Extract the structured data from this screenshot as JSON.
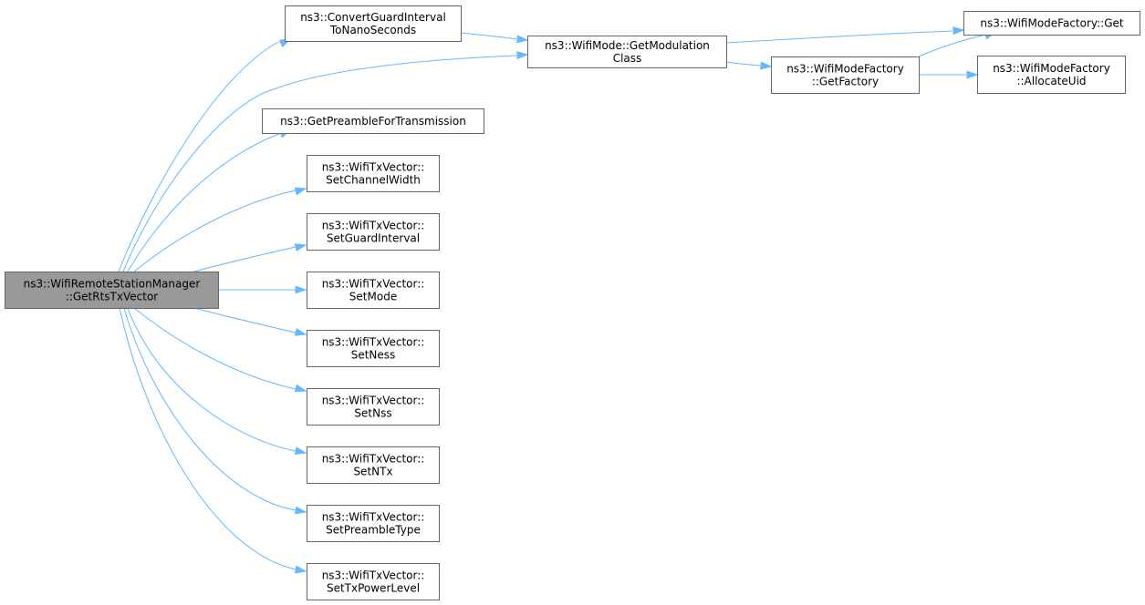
{
  "diagram": {
    "type": "call-graph",
    "colors": {
      "root_fill": "#999999",
      "node_fill": "#ffffff",
      "border": "#666666",
      "edge": "#63b8ff"
    },
    "nodes": [
      {
        "id": "root",
        "lines": [
          "ns3::WifiRemoteStationManager",
          "::GetRtsTxVector"
        ],
        "root": true
      },
      {
        "id": "convert",
        "lines": [
          "ns3::ConvertGuardInterval",
          "ToNanoSeconds"
        ]
      },
      {
        "id": "getmod",
        "lines": [
          "ns3::WifiMode::GetModulation",
          "Class"
        ]
      },
      {
        "id": "getpreamble",
        "lines": [
          "ns3::GetPreambleForTransmission"
        ]
      },
      {
        "id": "setchw",
        "lines": [
          "ns3::WifiTxVector::",
          "SetChannelWidth"
        ]
      },
      {
        "id": "setgi",
        "lines": [
          "ns3::WifiTxVector::",
          "SetGuardInterval"
        ]
      },
      {
        "id": "setmode",
        "lines": [
          "ns3::WifiTxVector::",
          "SetMode"
        ]
      },
      {
        "id": "setness",
        "lines": [
          "ns3::WifiTxVector::",
          "SetNess"
        ]
      },
      {
        "id": "setnss",
        "lines": [
          "ns3::WifiTxVector::",
          "SetNss"
        ]
      },
      {
        "id": "setntx",
        "lines": [
          "ns3::WifiTxVector::",
          "SetNTx"
        ]
      },
      {
        "id": "setpre",
        "lines": [
          "ns3::WifiTxVector::",
          "SetPreambleType"
        ]
      },
      {
        "id": "settxp",
        "lines": [
          "ns3::WifiTxVector::",
          "SetTxPowerLevel"
        ]
      },
      {
        "id": "getfactory",
        "lines": [
          "ns3::WifiModeFactory",
          "::GetFactory"
        ]
      },
      {
        "id": "mfget",
        "lines": [
          "ns3::WifiModeFactory::Get"
        ]
      },
      {
        "id": "alloc",
        "lines": [
          "ns3::WifiModeFactory",
          "::AllocateUid"
        ]
      }
    ],
    "edges": [
      {
        "from": "root",
        "to": "convert"
      },
      {
        "from": "root",
        "to": "getmod"
      },
      {
        "from": "root",
        "to": "getpreamble"
      },
      {
        "from": "root",
        "to": "setchw"
      },
      {
        "from": "root",
        "to": "setgi"
      },
      {
        "from": "root",
        "to": "setmode"
      },
      {
        "from": "root",
        "to": "setness"
      },
      {
        "from": "root",
        "to": "setnss"
      },
      {
        "from": "root",
        "to": "setntx"
      },
      {
        "from": "root",
        "to": "setpre"
      },
      {
        "from": "root",
        "to": "settxp"
      },
      {
        "from": "convert",
        "to": "getmod"
      },
      {
        "from": "getmod",
        "to": "mfget"
      },
      {
        "from": "getmod",
        "to": "getfactory"
      },
      {
        "from": "getfactory",
        "to": "mfget"
      },
      {
        "from": "getfactory",
        "to": "alloc"
      }
    ]
  }
}
